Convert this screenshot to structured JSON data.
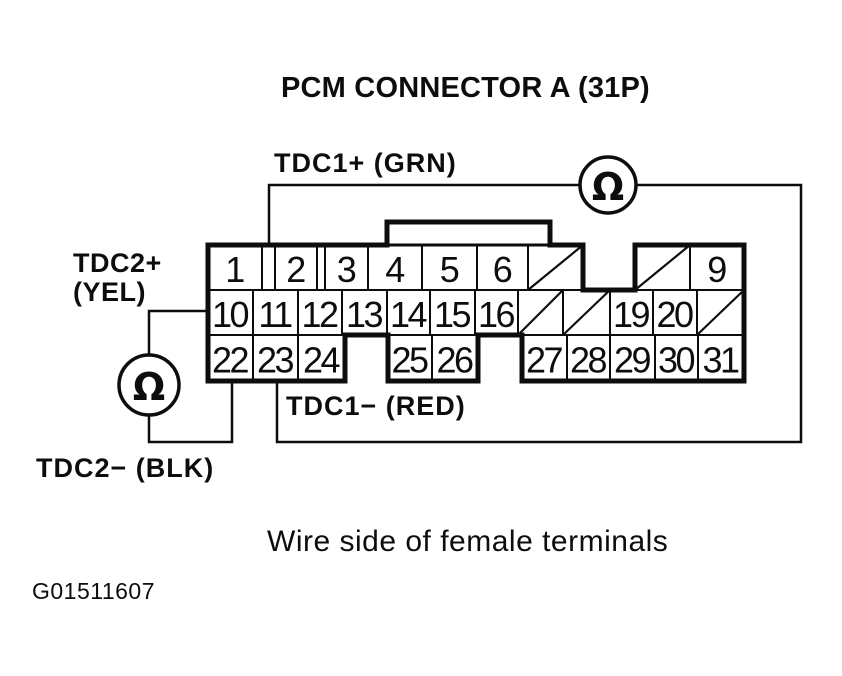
{
  "title": "PCM CONNECTOR A (31P)",
  "caption": "Wire side of female terminals",
  "figure_id": "G01511607",
  "meters": {
    "symbol": "Ω",
    "type": "ohmmeter",
    "count": 2
  },
  "wires": {
    "tdc1_plus": "TDC1+ (GRN)",
    "tdc1_minus": "TDC1− (RED)",
    "tdc2_plus_line1": "TDC2+",
    "tdc2_plus_line2": "(YEL)",
    "tdc2_minus": "TDC2− (BLK)"
  },
  "connector": {
    "name": "PCM Connector A, 31 pins, wire side of female terminals",
    "rows": [
      [
        "1",
        "2",
        "3",
        "4",
        "5",
        "6",
        "/",
        "/",
        "9"
      ],
      [
        "10",
        "11",
        "12",
        "13",
        "14",
        "15",
        "16",
        "/",
        "/",
        "19",
        "20",
        "/"
      ],
      [
        "22",
        "23",
        "24",
        "25",
        "26",
        "27",
        "28",
        "29",
        "30",
        "31"
      ]
    ],
    "test_points": {
      "tdc1_plus_pin": "2",
      "tdc1_minus_pin": "23",
      "tdc2_plus_pin": "10",
      "tdc2_minus_pin": "22"
    }
  },
  "colors": {
    "ink": "#0d0d0d",
    "background": "#ffffff"
  }
}
